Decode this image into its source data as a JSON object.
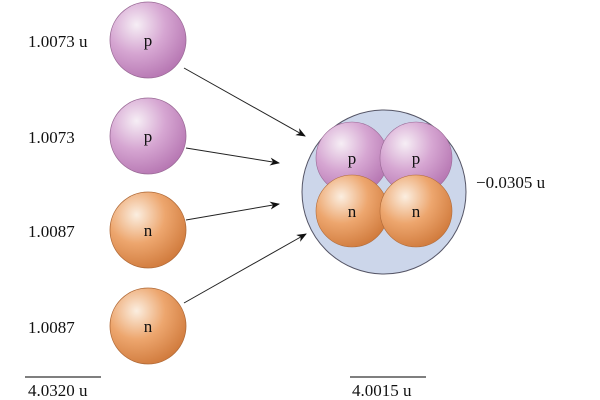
{
  "left": {
    "particles": [
      {
        "symbol": "p",
        "mass": "1.0073 u",
        "type": "proton"
      },
      {
        "symbol": "p",
        "mass": "1.0073",
        "type": "proton"
      },
      {
        "symbol": "n",
        "mass": "1.0087",
        "type": "neutron"
      },
      {
        "symbol": "n",
        "mass": "1.0087",
        "type": "neutron"
      }
    ],
    "total": "4.0320 u"
  },
  "nucleus": {
    "particles": [
      "p",
      "p",
      "n",
      "n"
    ],
    "mass_defect": "−0.0305 u",
    "total": "4.0015 u"
  },
  "colors": {
    "proton": "#c98fc4",
    "neutron": "#e59a5c",
    "nucleus_bg": "#ccd6ea"
  }
}
